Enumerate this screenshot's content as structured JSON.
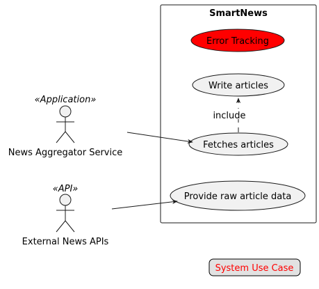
{
  "system": {
    "title": "SmartNews"
  },
  "actors": [
    {
      "stereotype": "«Application»",
      "name": "News Aggregator Service"
    },
    {
      "stereotype": "«API»",
      "name": "External News APIs"
    }
  ],
  "use_cases": {
    "error_tracking": "Error Tracking",
    "write_articles": "Write articles",
    "fetches_articles": "Fetches articles",
    "provide_raw": "Provide raw article data"
  },
  "relations": {
    "include_label": "include"
  },
  "legend": {
    "label": "System Use Case"
  },
  "colors": {
    "usecase_fill": "#f1f1f1",
    "highlight_fill": "#ff0000",
    "legend_fill": "#e2e2e2",
    "legend_text": "#ff0000",
    "line": "#181818"
  }
}
